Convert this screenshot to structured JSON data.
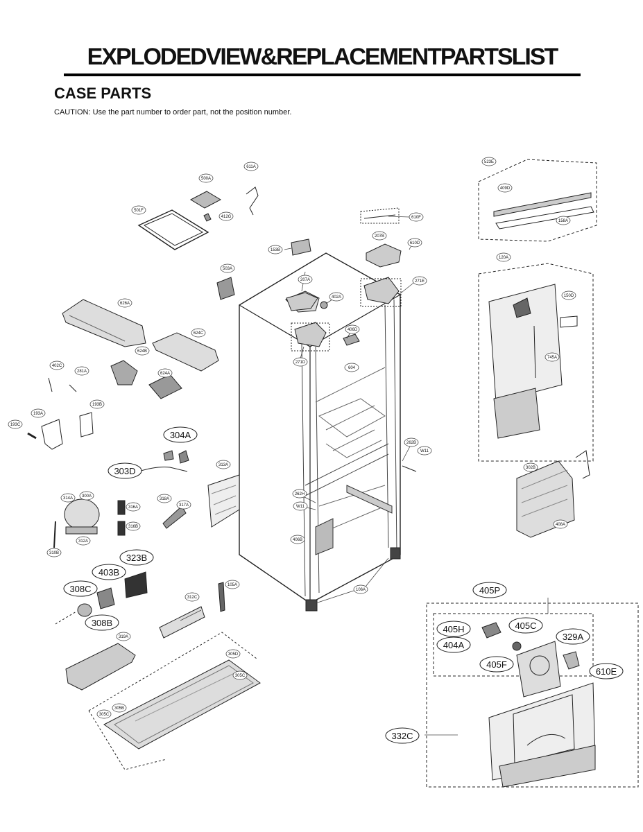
{
  "header": {
    "title": "EXPLODEDVIEW&REPLACEMENTPARTSLIST",
    "section": "CASE PARTS",
    "caution": "CAUTION: Use the part number to order part, not the position number."
  },
  "callouts": {
    "c611A": "611A",
    "c500A": "500A",
    "c501F": "501F",
    "c412G": "412G",
    "c610F": "610F",
    "c207B": "207B",
    "c610D": "610D",
    "c153B": "153B",
    "c503A": "503A",
    "c207A": "207A",
    "c402A": "402A",
    "c271E": "271E",
    "c626A": "626A",
    "c624C": "624C",
    "c624B": "624B",
    "c624A": "624A",
    "c406D": "406D",
    "c271D": "271D",
    "c604": "604",
    "c402C": "402C",
    "c281A": "281A",
    "c193A": "193A",
    "c193B": "193B",
    "c193C": "193C",
    "c304A": "304A",
    "c303D": "303D",
    "c313A": "313A",
    "c262B": "262B",
    "cW11a": "W11",
    "c262H": "262H",
    "cW11b": "W11",
    "c314A": "314A",
    "c300A": "300A",
    "c316A": "316A",
    "c316B": "316B",
    "c318A": "318A",
    "c317A": "317A",
    "c312A": "312A",
    "c310B": "310B",
    "c406B": "406B",
    "c323B": "323B",
    "c403B": "403B",
    "c308C": "308C",
    "c308B": "308B",
    "c105A": "105A",
    "c312C": "312C",
    "c106A": "106A",
    "c319A": "319A",
    "c305D": "305D",
    "c305C": "305C",
    "c305B": "305B",
    "c305Cb": "305C",
    "c523E": "523E",
    "c409D": "409D",
    "c158A": "158A",
    "c120A": "120A",
    "c150D": "150D",
    "c745A": "745A",
    "c302B": "302B",
    "c408A": "408A",
    "c405P": "405P",
    "c405H": "405H",
    "c405C": "405C",
    "c404A": "404A",
    "c405F": "405F",
    "c329A": "329A",
    "c610E": "610E",
    "c332C": "332C"
  }
}
